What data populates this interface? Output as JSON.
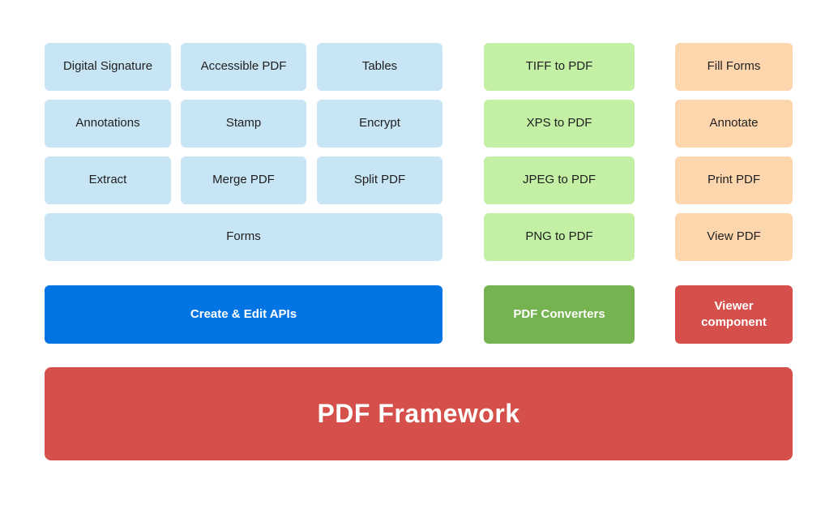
{
  "diagram_title": "PDF Framework",
  "create_edit": {
    "button_label": "Create & Edit APIs",
    "features": [
      "Digital Signature",
      "Accessible PDF",
      "Tables",
      "Annotations",
      "Stamp",
      "Encrypt",
      "Extract",
      "Merge PDF",
      "Split PDF",
      "Forms"
    ]
  },
  "converters": {
    "button_label": "PDF Converters",
    "features": [
      "TIFF to PDF",
      "XPS to PDF",
      "JPEG to PDF",
      "PNG to PDF"
    ]
  },
  "viewer": {
    "button_label": "Viewer component",
    "features": [
      "Fill Forms",
      "Annotate",
      "Print PDF",
      "View PDF"
    ]
  },
  "colors": {
    "feature_blue_bg": "#c7e5f4",
    "feature_green_bg": "#c3f0a4",
    "feature_orange_bg": "#fed6ae",
    "create_edit_button": "#0374e4",
    "converters_button": "#74b350",
    "viewer_button": "#d5504b",
    "framework_bg": "#d5504b",
    "feature_text": "#1f1f1f",
    "button_text": "#ffffff"
  }
}
